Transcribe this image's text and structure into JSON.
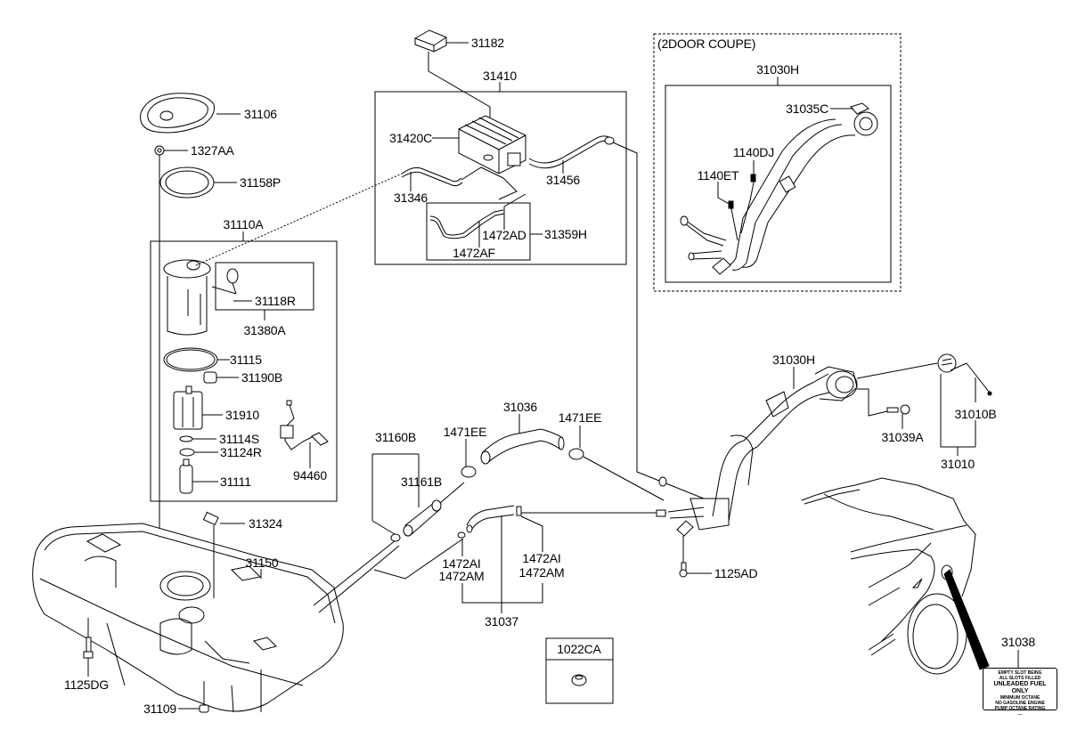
{
  "diagram": {
    "title": "Fuel Tank, Fuel Pump & Filler Neck Parts Diagram",
    "colors": {
      "line": "#000000",
      "background": "#ffffff"
    }
  },
  "groups": {
    "coupe": {
      "title": "(2DOOR COUPE)"
    },
    "inset_1022CA": {
      "title": "1022CA"
    }
  },
  "labels": {
    "p31182": "31182",
    "p31410": "31410",
    "p31420C": "31420C",
    "p31346": "31346",
    "p31456": "31456",
    "p1472AD": "1472AD",
    "p31359H": "31359H",
    "p1472AF": "1472AF",
    "p31106": "31106",
    "p1327AA": "1327AA",
    "p31158P": "31158P",
    "p31110A": "31110A",
    "p31118R": "31118R",
    "p31380A": "31380A",
    "p31115": "31115",
    "p31190B": "31190B",
    "p31910": "31910",
    "p31114S": "31114S",
    "p31124R": "31124R",
    "p31111": "31111",
    "p94460": "94460",
    "p31324": "31324",
    "p31150": "31150",
    "p1125DG": "1125DG",
    "p31109": "31109",
    "p31160B": "31160B",
    "p31161B": "31161B",
    "p1471EE_a": "1471EE",
    "p31036": "31036",
    "p1471EE_b": "1471EE",
    "p1472AI_a": "1472AI",
    "p1472AM_a": "1472AM",
    "p1472AI_b": "1472AI",
    "p1472AM_b": "1472AM",
    "p31037": "31037",
    "p1125AD": "1125AD",
    "p31030H_coupe": "31030H",
    "p31035C": "31035C",
    "p1140DJ": "1140DJ",
    "p1140ET": "1140ET",
    "p31030H": "31030H",
    "p31039A": "31039A",
    "p31010B": "31010B",
    "p31010": "31010",
    "p31038": "31038"
  },
  "decal": {
    "lines": [
      "EMPTY SLOT BEING",
      "ALL SLOTS FILLED",
      "UNLEADED FUEL ONLY",
      "MINIMUM OCTANE",
      "NO GASOLINE ENGINE",
      "PUMP OCTANE RATING",
      "...."
    ]
  }
}
